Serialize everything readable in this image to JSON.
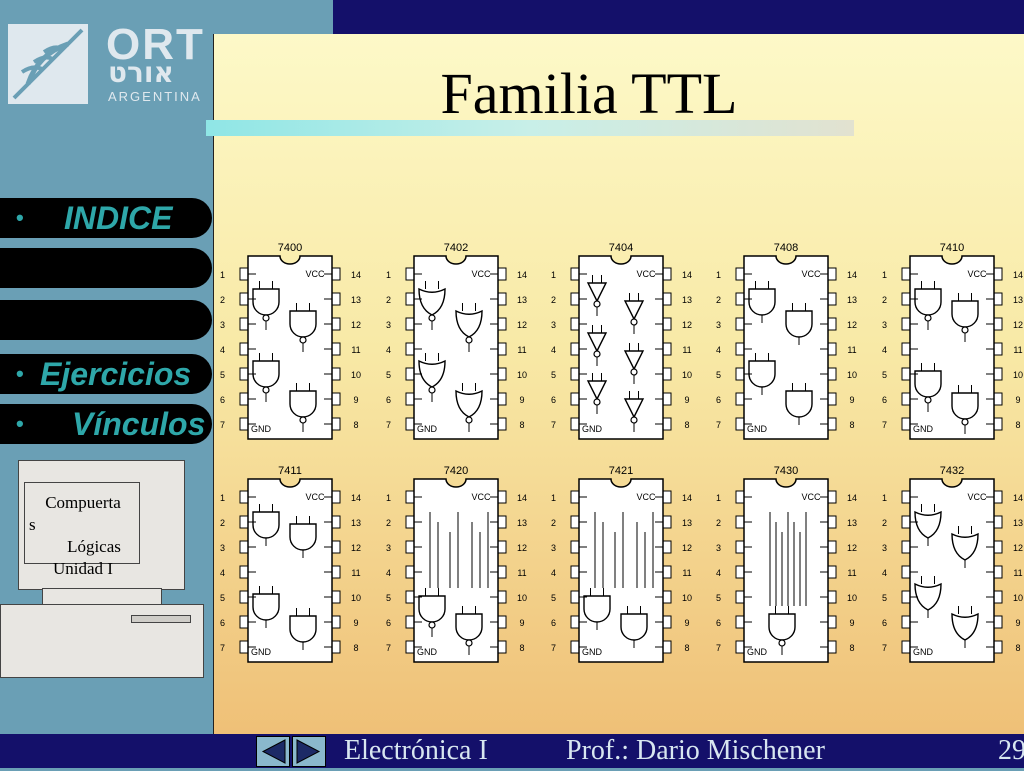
{
  "header": {
    "logo": {
      "name": "ORT",
      "hebrew": "אורט",
      "country": "ARGENTINA"
    },
    "title": "Familia TTL"
  },
  "nav": {
    "items": [
      {
        "label": "INDICE"
      },
      {
        "label": ""
      },
      {
        "label": ""
      },
      {
        "label": "Ejercicios"
      },
      {
        "label": "Vínculos"
      }
    ]
  },
  "computer": {
    "screen_lines": [
      "Compuerta",
      "s",
      "Lógicas",
      "Unidad I"
    ]
  },
  "chips": [
    {
      "part": "7400",
      "gate": "nand",
      "layout": "quad"
    },
    {
      "part": "7402",
      "gate": "nor",
      "layout": "quad"
    },
    {
      "part": "7404",
      "gate": "not",
      "layout": "hex"
    },
    {
      "part": "7408",
      "gate": "and",
      "layout": "quad"
    },
    {
      "part": "7410",
      "gate": "nand",
      "layout": "triple"
    },
    {
      "part": "7411",
      "gate": "and",
      "layout": "triple"
    },
    {
      "part": "7420",
      "gate": "nand",
      "layout": "dual"
    },
    {
      "part": "7421",
      "gate": "and",
      "layout": "dual"
    },
    {
      "part": "7430",
      "gate": "nand",
      "layout": "single8"
    },
    {
      "part": "7432",
      "gate": "or",
      "layout": "quad"
    }
  ],
  "pin_labels": {
    "vcc": "VCC",
    "gnd": "GND",
    "left": [
      "1",
      "2",
      "3",
      "4",
      "5",
      "6",
      "7"
    ],
    "right": [
      "14",
      "13",
      "12",
      "11",
      "10",
      "9",
      "8"
    ]
  },
  "footer": {
    "course": "Electrónica I",
    "professor": "Prof.: Dario Mischener",
    "page_number": "29"
  },
  "colors": {
    "footer_bg": "#14106a",
    "sidebar_bg": "#6a9fb5",
    "nav_text": "#2ea7a9"
  }
}
